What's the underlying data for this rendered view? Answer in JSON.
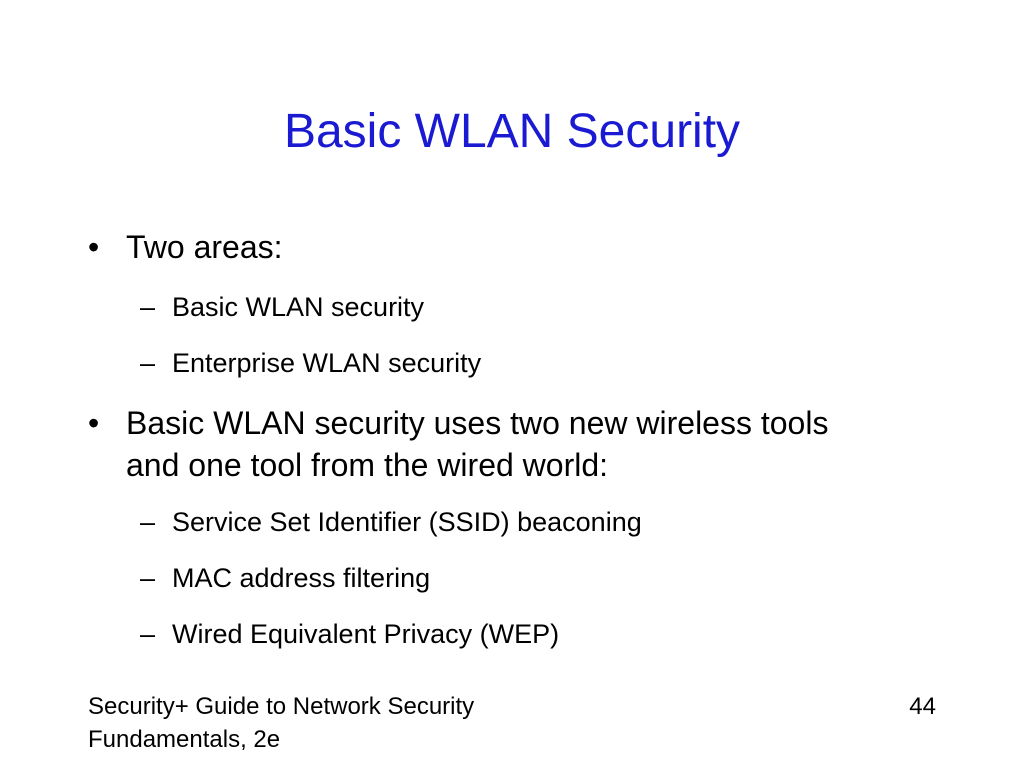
{
  "slide": {
    "title": "Basic WLAN Security",
    "title_color": "#1a1ad2",
    "bullet_marker": "•",
    "sub_marker": "–",
    "bullets": [
      {
        "text": "Two areas:",
        "subs": [
          "Basic WLAN security",
          "Enterprise WLAN security"
        ]
      },
      {
        "text_line1": "Basic WLAN security uses two new wireless tools",
        "text_line2": "and one tool from the wired world:",
        "subs": [
          "Service Set Identifier (SSID) beaconing",
          "MAC address filtering",
          "Wired Equivalent Privacy (WEP)"
        ]
      }
    ]
  },
  "footer": {
    "line1": "Security+ Guide to Network Security",
    "line2": "Fundamentals, 2e",
    "page_number": "44"
  }
}
